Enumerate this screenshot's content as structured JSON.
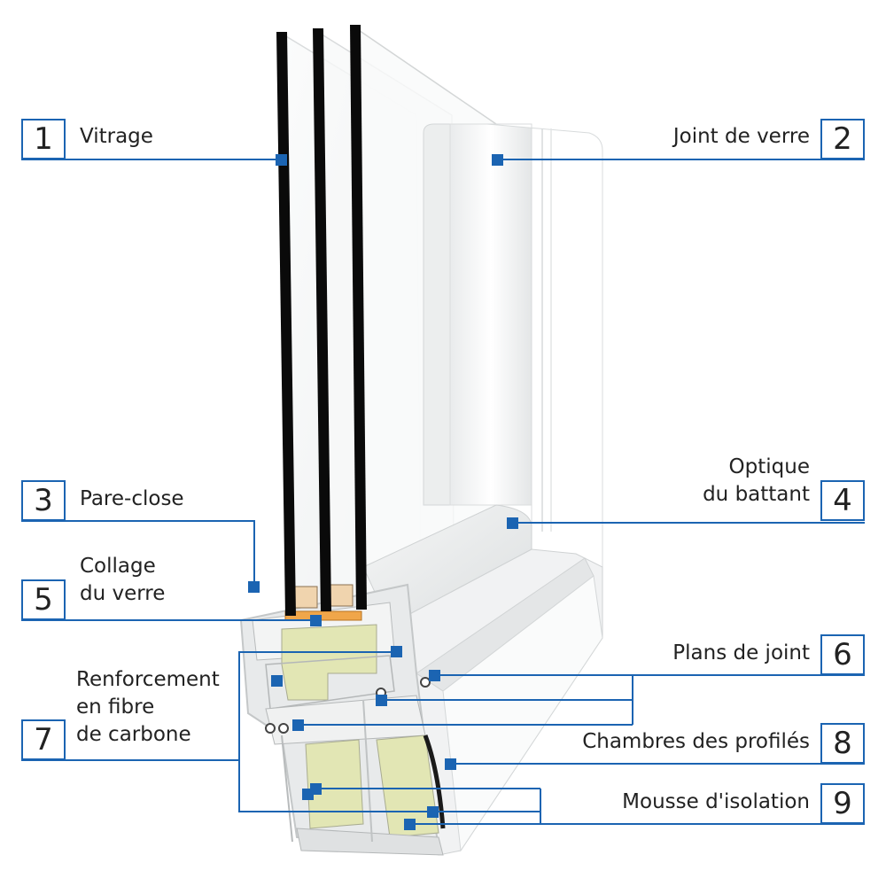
{
  "colors": {
    "accent": "#1b64b2",
    "glass": "#0a0a0a",
    "profile": "#f4f5f5",
    "foam": "#e2e6b4",
    "spacer": "#f0d4ae",
    "gasket": "#f0a64a"
  },
  "callouts": [
    {
      "number": "1",
      "lines": [
        "Vitrage"
      ]
    },
    {
      "number": "2",
      "lines": [
        "Joint de verre"
      ]
    },
    {
      "number": "3",
      "lines": [
        "Pare-close"
      ]
    },
    {
      "number": "4",
      "lines": [
        "Optique",
        "du battant"
      ]
    },
    {
      "number": "5",
      "lines": [
        "Collage",
        "du verre"
      ]
    },
    {
      "number": "6",
      "lines": [
        "Plans de joint"
      ]
    },
    {
      "number": "7",
      "lines": [
        "Renforcement",
        "en fibre",
        "de carbone"
      ]
    },
    {
      "number": "8",
      "lines": [
        "Chambres des profilés"
      ]
    },
    {
      "number": "9",
      "lines": [
        "Mousse d'isolation"
      ]
    }
  ]
}
